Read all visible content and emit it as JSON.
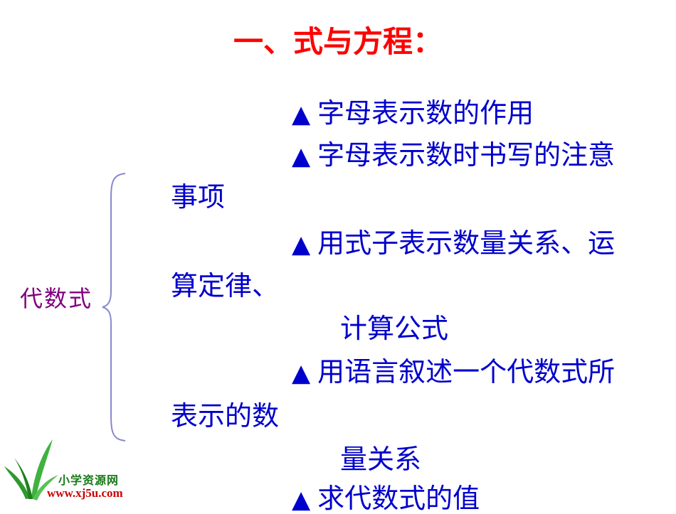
{
  "title": "一、式与方程：",
  "left_label": "代数式",
  "bullet_icon": "triangle-up",
  "lines": {
    "l1": "字母表示数的作用",
    "l2": "字母表示数时书写的注意",
    "l2b": "事项",
    "l3": "用式子表示数量关系、运",
    "l3b": "算定律、",
    "l3c": "计算公式",
    "l4": "用语言叙述一个代数式所",
    "l4b": "表示的数",
    "l4c": "量关系",
    "l5": "求代数式的值"
  },
  "logo": {
    "text": "小学资源网",
    "url": "www.xj5u.com"
  },
  "colors": {
    "title": "#ff0000",
    "body": "#0000cc",
    "left_label": "#800080"
  }
}
